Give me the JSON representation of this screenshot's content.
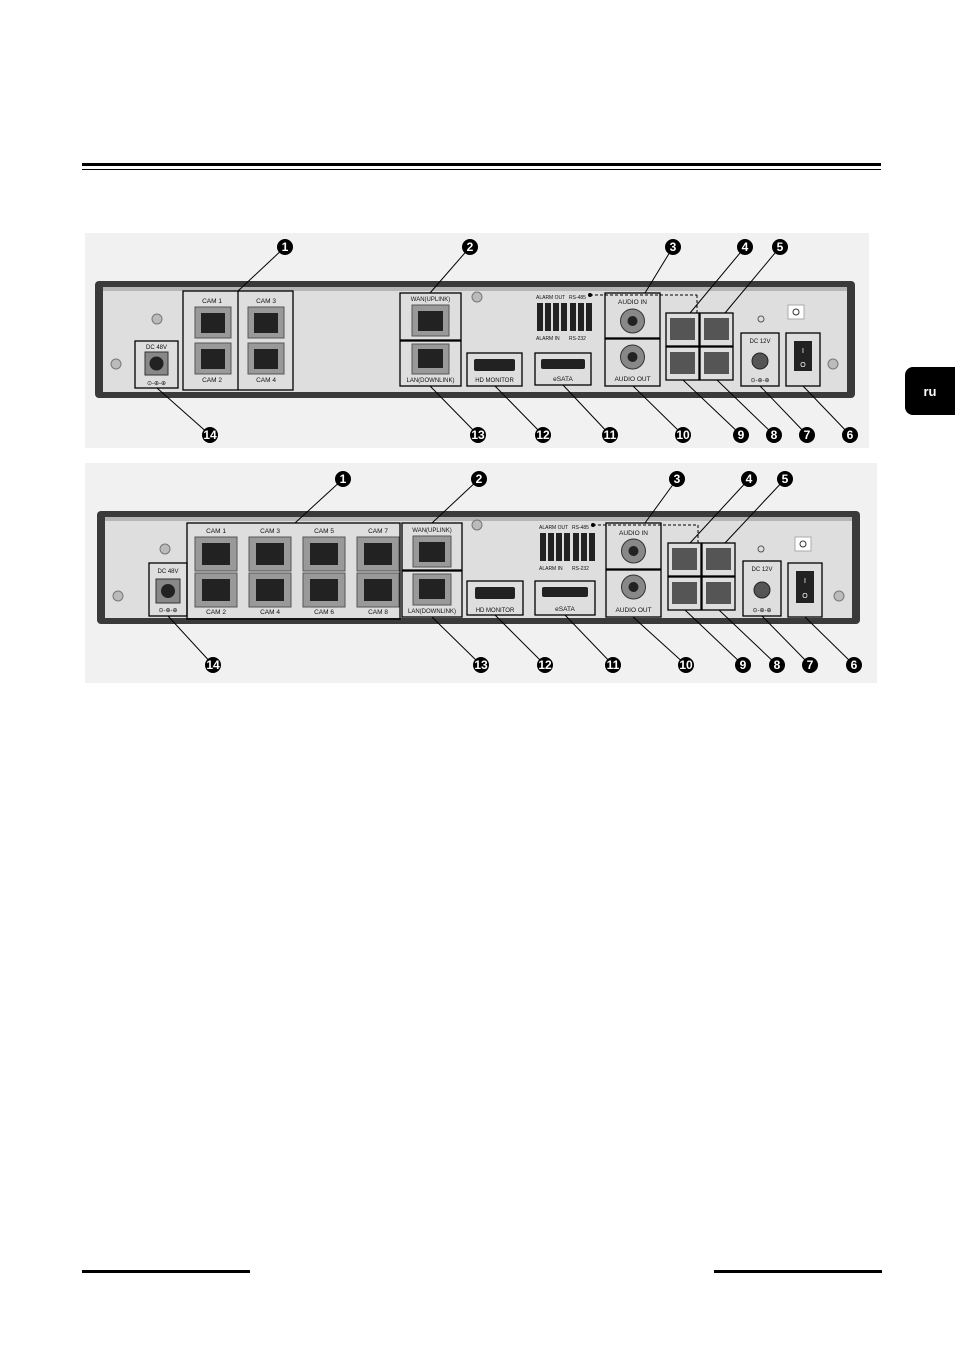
{
  "language_tab": "ru",
  "figures": [
    {
      "ports": {
        "dc48": "DC 48V",
        "wan": "WAN(UPLINK)",
        "lan": "LAN(DOWNLINK)",
        "hdmi": "HD MONITOR",
        "esata": "eSATA",
        "audio_in": "AUDIO IN",
        "audio_out": "AUDIO OUT",
        "dc12": "DC 12V",
        "alarm_out": "ALARM OUT",
        "rs485": "RS-485",
        "alarm_in": "ALARM IN",
        "rs232": "RS-232",
        "polarity": "⊙-⊕-⊕"
      },
      "cams_top": [
        "CAM 1",
        "CAM 3"
      ],
      "cams_bottom": [
        "CAM 2",
        "CAM 4"
      ],
      "callouts_top": [
        "1",
        "2",
        "3",
        "4",
        "5"
      ],
      "callouts_bottom": [
        "14",
        "13",
        "12",
        "11",
        "10",
        "9",
        "8",
        "7",
        "6"
      ]
    },
    {
      "ports": {
        "dc48": "DC 48V",
        "wan": "WAN(UPLINK)",
        "lan": "LAN(DOWNLINK)",
        "hdmi": "HD MONITOR",
        "esata": "eSATA",
        "audio_in": "AUDIO IN",
        "audio_out": "AUDIO OUT",
        "dc12": "DC 12V",
        "alarm_out": "ALARM OUT",
        "rs485": "RS-485",
        "alarm_in": "ALARM IN",
        "rs232": "RS-232",
        "polarity": "⊙-⊕-⊕"
      },
      "cams_top": [
        "CAM 1",
        "CAM 3",
        "CAM 5",
        "CAM 7"
      ],
      "cams_bottom": [
        "CAM 2",
        "CAM 4",
        "CAM 6",
        "CAM 8"
      ],
      "callouts_top": [
        "1",
        "2",
        "3",
        "4",
        "5"
      ],
      "callouts_bottom": [
        "14",
        "13",
        "12",
        "11",
        "10",
        "9",
        "8",
        "7",
        "6"
      ]
    }
  ]
}
